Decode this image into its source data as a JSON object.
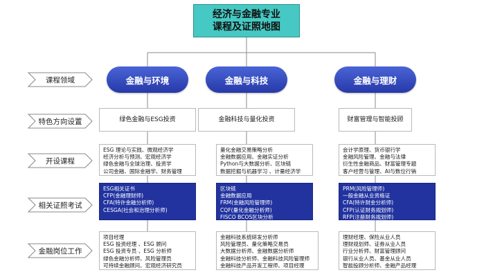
{
  "title": {
    "line1": "经济与金融专业",
    "line2": "课程及证照地图"
  },
  "row_labels": [
    "课程领域",
    "特色方向设置",
    "开设课程",
    "相关证照考试",
    "金融岗位工作"
  ],
  "columns": [
    {
      "name": "金融与环境",
      "direction": "绿色金融与ESG投资",
      "courses": [
        "ESG 理论与实践、微观经济学",
        "经济分析与预测、宏观经济学",
        "绿色金融与全球治理、投资学",
        "公司金融、国际金融学、财务管理"
      ],
      "certificates": [
        "ESG相关证书",
        "CFP(金融理财师)",
        "CFA(特许金融分析师)",
        "CESGA(社会和治理分析师)"
      ],
      "jobs": [
        "项目经理",
        "ESG 投资经理 、ESG 顾问",
        "ESG 投资专员 、ESG 分析师",
        "绿色金融分析师、风险管理员",
        "可持续金融顾问、宏观经济研究员"
      ]
    },
    {
      "name": "金融与科技",
      "direction": "金融科技与量化投资",
      "courses": [
        "量化金融交易策略分析",
        "金融数据应用、金融实证分析",
        "Python与大数据分析、区块链",
        "数据挖掘与机器学习 、计量经济学"
      ],
      "certificates": [
        "区块链",
        "金融数据应用",
        "FRM(金融风险管理师)",
        "CQF(量化金融分析师)",
        "FISCO BCOS区块分析"
      ],
      "jobs": [
        "金融科技系统研发分析师",
        "风险管理员、量化策略交易员",
        "大数据分析师、金融数据分析师",
        "金融科技分析师、金融科技风险管理师",
        "金融科技产品开发工程师、项目经理"
      ]
    },
    {
      "name": "金融与理财",
      "direction": "财富管理与智能投顾",
      "courses": [
        "会计学原理、货币银行学",
        "金融风险管理、金融与法律",
        "衍生性金融商品、财富管理专题",
        "客户经营与管理、AI与数位行销"
      ],
      "certificates": [
        "PRM(风险管理师)",
        "一般金融从业资格证",
        "CFA(特许财金分析师)",
        "CFP(认证财务规划师)",
        "RFP(注册财务规划师)"
      ],
      "jobs": [
        "理财经理、保险从业人员",
        "理财规划师、证券从业人员",
        "行业分析师、财富管理顾问",
        "银行从业人员、基金从业人员",
        "智能投顾分析师、金融产品经理"
      ]
    }
  ]
}
